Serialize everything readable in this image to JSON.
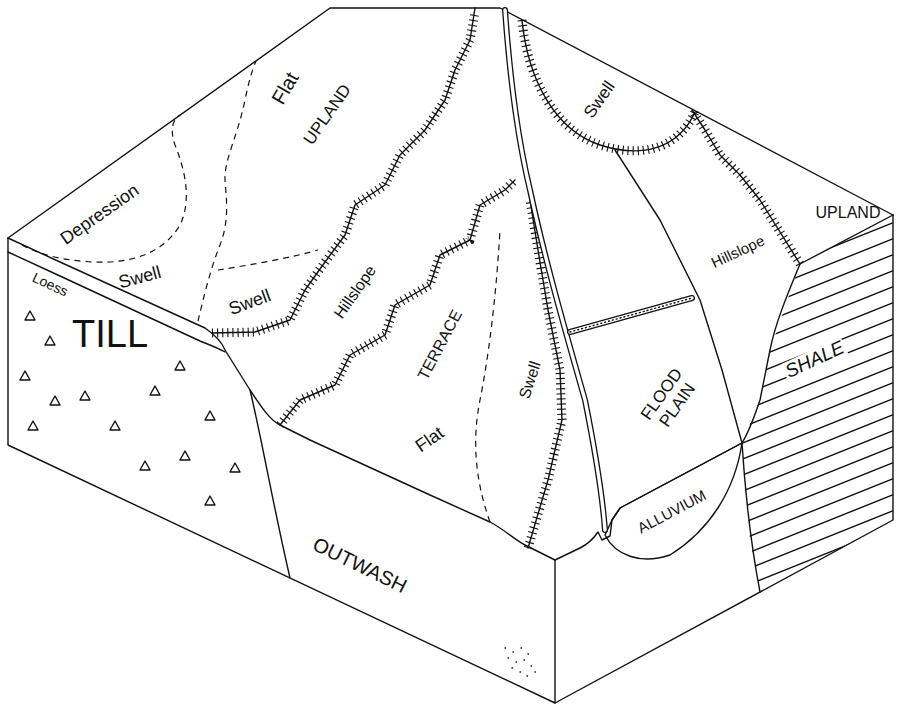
{
  "diagram": {
    "labels": [
      "Depression",
      "Flat",
      "UPLAND",
      "Swell",
      "Swell",
      "Loess",
      "Swell",
      "Hillslope",
      "UPLAND",
      "Hillslope",
      "TILL",
      "TERRACE",
      "Swell",
      "FLOOD PLAIN",
      "Flat",
      "ALLUVIUM",
      "SHALE",
      "OUTWASH"
    ]
  }
}
